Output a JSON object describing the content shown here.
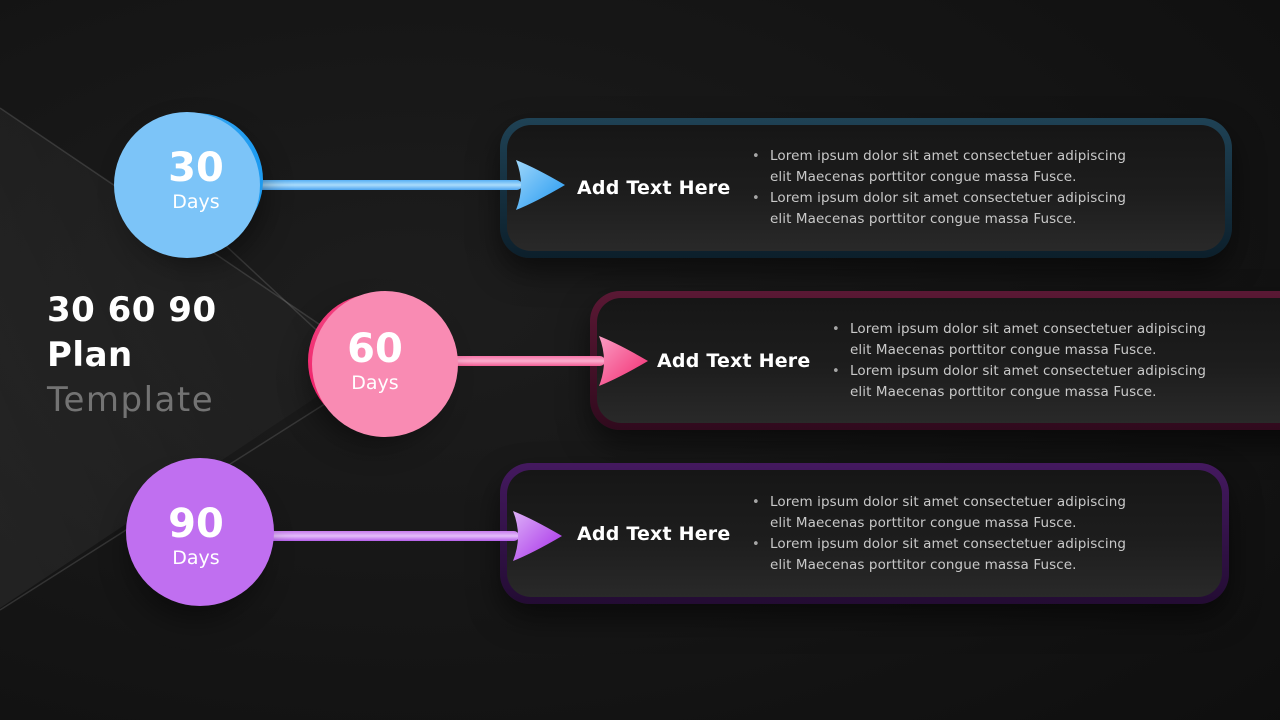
{
  "slide": {
    "title": {
      "line1": "30 60 90",
      "line2": "Plan",
      "line3": "Template"
    }
  },
  "milestones": [
    {
      "number": "30",
      "unit": "Days",
      "heading": "Add Text Here",
      "bullets": [
        "Lorem ipsum dolor sit amet consectetuer adipiscing elit Maecenas porttitor congue massa Fusce.",
        "Lorem ipsum dolor sit amet consectetuer adipiscing elit Maecenas porttitor congue massa Fusce."
      ],
      "colors": {
        "main": "#1E9BF0",
        "halo": "#7CC4F8",
        "shaft_top": "#58B0F4",
        "shaft_mid": "#A9DBFB",
        "shaft_bottom": "#4EA5F0",
        "head_light": "#9ED6FA",
        "head": "#2198F1",
        "border_top": "#1F4255",
        "border_bottom": "#0C1F2B"
      }
    },
    {
      "number": "60",
      "unit": "Days",
      "heading": "Add Text Here",
      "bullets": [
        "Lorem ipsum dolor sit amet consectetuer adipiscing elit Maecenas porttitor congue massa Fusce.",
        "Lorem ipsum dolor sit amet consectetuer adipiscing elit Maecenas porttitor congue massa Fusce."
      ],
      "colors": {
        "main": "#F0266D",
        "halo": "#F98BB3",
        "shaft_top": "#F573A6",
        "shaft_mid": "#FBADCD",
        "shaft_bottom": "#F25D94",
        "head_light": "#FA9DC4",
        "head": "#F2286E",
        "border_top": "#5A1834",
        "border_bottom": "#300A1D"
      }
    },
    {
      "number": "90",
      "unit": "Days",
      "heading": "Add Text Here",
      "bullets": [
        "Lorem ipsum dolor sit amet consectetuer adipiscing elit Maecenas porttitor congue massa Fusce.",
        "Lorem ipsum dolor sit amet consectetuer adipiscing elit Maecenas porttitor congue massa Fusce."
      ],
      "colors": {
        "main": "#9B22DB",
        "halo": "#C06FF0",
        "shaft_top": "#C77CEF",
        "shaft_mid": "#E3BCF9",
        "shaft_bottom": "#B55EEA",
        "head_light": "#DDB0F8",
        "head": "#A62BE8",
        "border_top": "#44195F",
        "border_bottom": "#230C33"
      }
    }
  ]
}
